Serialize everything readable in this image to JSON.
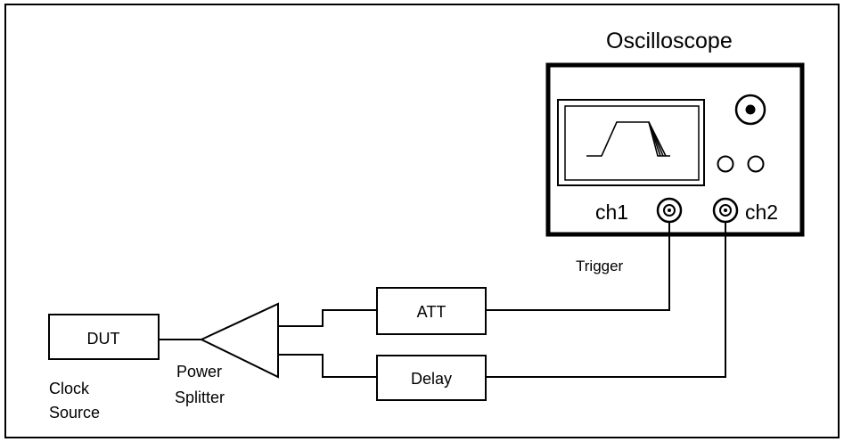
{
  "labels": {
    "oscilloscope": "Oscilloscope",
    "ch1": "ch1",
    "ch2": "ch2",
    "trigger": "Trigger",
    "att": "ATT",
    "delay": "Delay",
    "dut": "DUT",
    "clock_source_line1": "Clock",
    "clock_source_line2": "Source",
    "power_splitter_line1": "Power",
    "power_splitter_line2": "Splitter"
  }
}
